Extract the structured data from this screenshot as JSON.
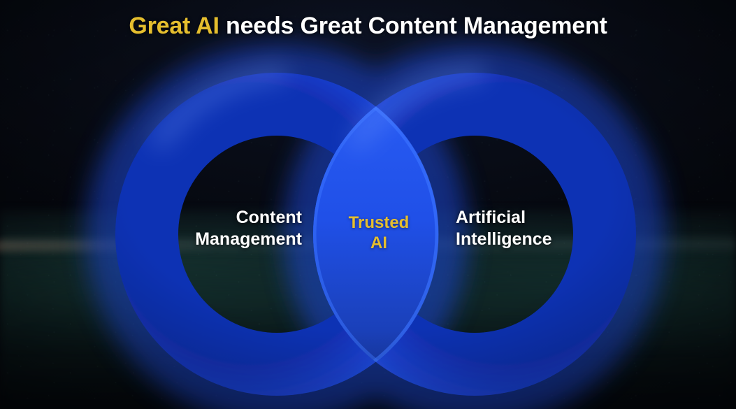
{
  "slide": {
    "title_accent": "Great AI",
    "title_rest": " needs Great Content Management",
    "background_color": "#080c16",
    "accent_color": "#e5be2e",
    "ring_color": "#2a5ef5",
    "text_color": "#ffffff"
  },
  "venn": {
    "left_circle": {
      "label": "Content\nManagement",
      "color": "#2a5ef5"
    },
    "center_overlap": {
      "label": "Trusted\nAI",
      "color": "#e5be2e"
    },
    "right_circle": {
      "label": "Artificial\nIntelligence",
      "color": "#2a5ef5"
    }
  }
}
